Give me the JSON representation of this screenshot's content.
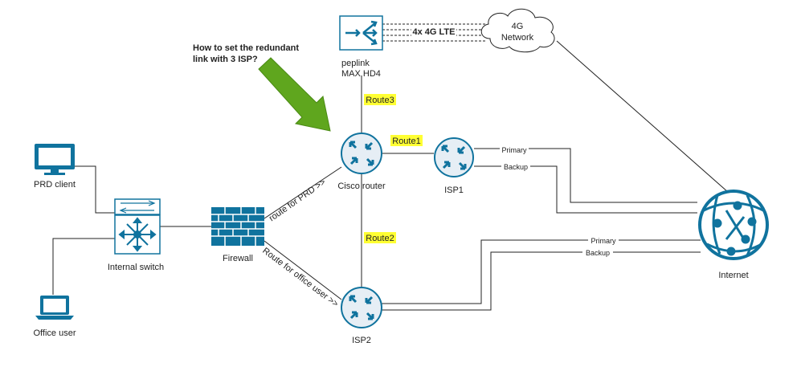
{
  "question": {
    "line1": "How to set the redundant",
    "line2": "link with 3 ISP?"
  },
  "nodes": {
    "prd_client": {
      "label": "PRD client",
      "color": "#cc2222"
    },
    "office_user": {
      "label": "Office user",
      "color": "#22aa22"
    },
    "internal_switch": {
      "label": "Internal switch"
    },
    "firewall": {
      "label": "Firewall"
    },
    "cisco_router": {
      "label": "Cisco router"
    },
    "isp1": {
      "label": "ISP1"
    },
    "isp2": {
      "label": "ISP2"
    },
    "peplink": {
      "line1": "peplink",
      "line2": "MAX HD4"
    },
    "network_4g": {
      "line1": "4G",
      "line2": "Network"
    },
    "internet": {
      "label": "Internet"
    }
  },
  "links": {
    "lte": "4x 4G LTE",
    "route1": "Route1",
    "route2": "Route2",
    "route3": "Route3",
    "route_prd": "route for PRD >>",
    "route_office": "Route for office user >>",
    "isp1_primary": "Primary",
    "isp1_backup": "Backup",
    "isp2_primary": "Primary",
    "isp2_backup": "Backup"
  },
  "colors": {
    "icon_blue": "#10739e",
    "icon_light": "#e6eef5",
    "highlight": "#ffff33",
    "arrow_green": "#5fa61e",
    "route_prd_red": "#cc2222",
    "route_office_green": "#22aa22"
  }
}
